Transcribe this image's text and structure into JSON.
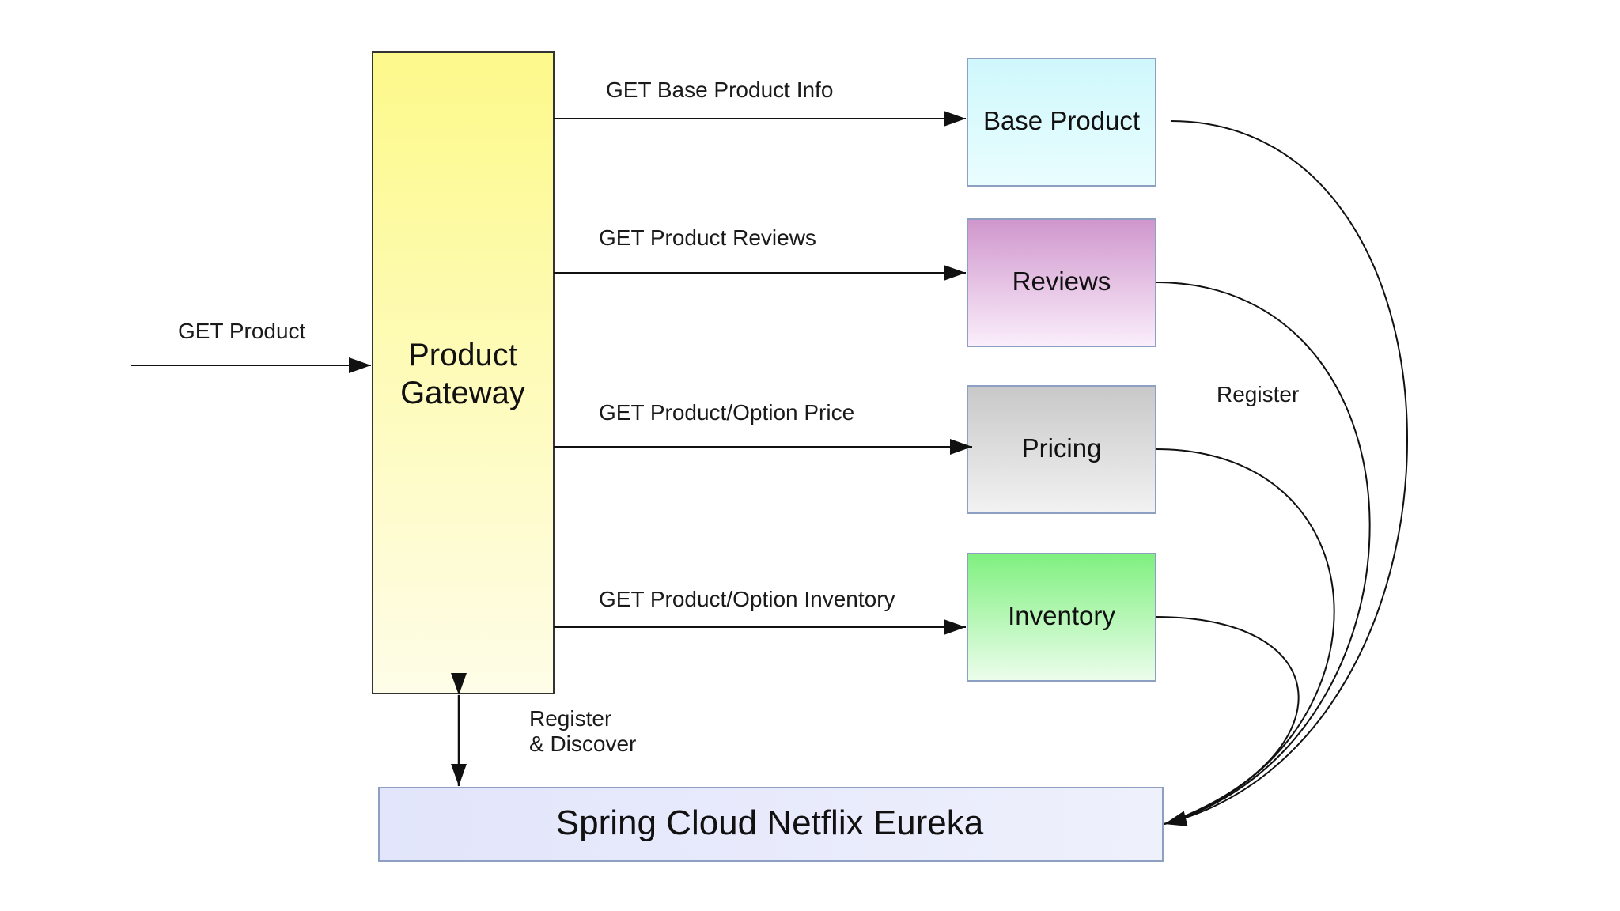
{
  "nodes": {
    "gateway": {
      "line1": "Product",
      "line2": "Gateway"
    },
    "base_product": {
      "label": "Base Product"
    },
    "reviews": {
      "label": "Reviews"
    },
    "pricing": {
      "label": "Pricing"
    },
    "inventory": {
      "label": "Inventory"
    },
    "eureka": {
      "label": "Spring Cloud Netflix Eureka"
    }
  },
  "edges": {
    "get_product": "GET Product",
    "get_base_product_info": "GET Base Product Info",
    "get_product_reviews": "GET Product Reviews",
    "get_product_option_price": "GET Product/Option Price",
    "get_product_option_inventory": "GET Product/Option Inventory",
    "register": "Register",
    "register_discover_line1": "Register",
    "register_discover_line2": "& Discover"
  },
  "colors": {
    "gateway_fill_top": "#fdf98a",
    "gateway_fill_bottom": "#fefde8",
    "base_product_fill": "#dafbfd",
    "reviews_fill": "#d9a6d6",
    "pricing_fill": "#cfcfcf",
    "inventory_fill": "#8ef28e",
    "eureka_fill": "#e6e8fb",
    "box_border": "#8da0c2",
    "line": "#111111"
  }
}
